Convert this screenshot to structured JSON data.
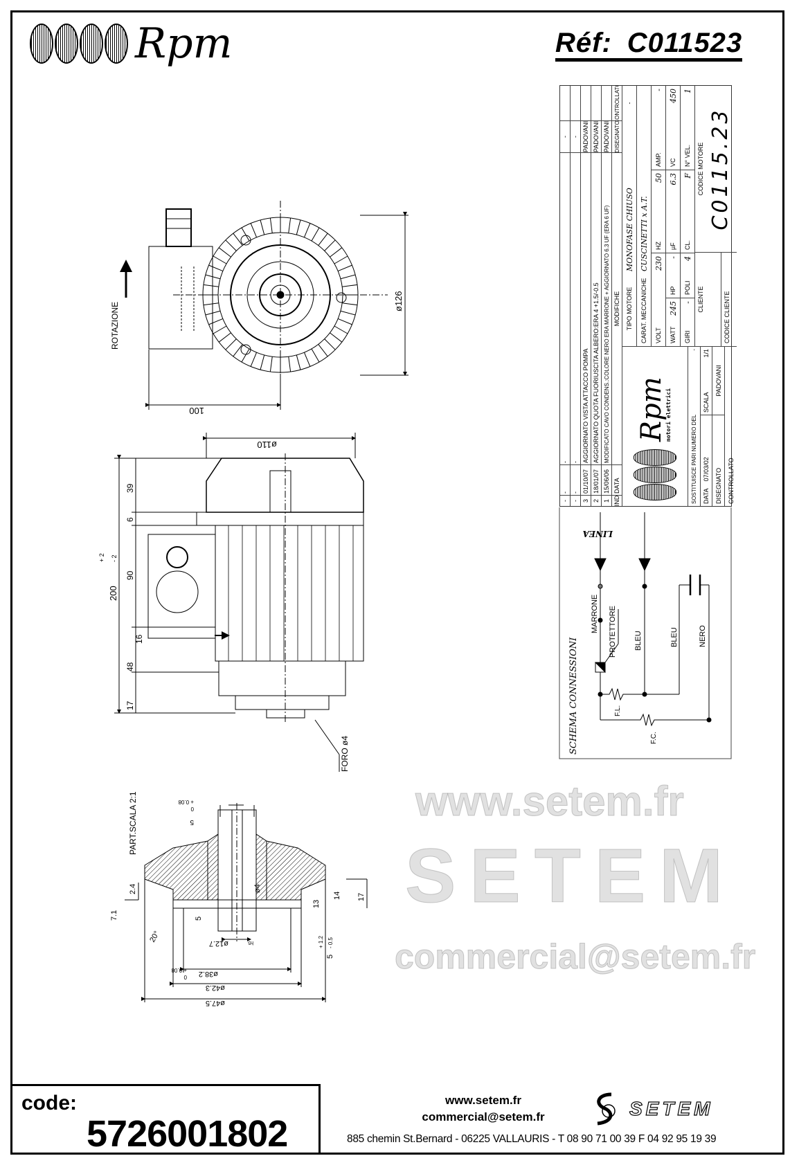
{
  "header": {
    "brand": "Rpm",
    "ref_label": "Réf:",
    "ref_value": "C011523"
  },
  "drawing": {
    "top_view": {
      "rotation_label": "ROTAZIONE",
      "diameter": "ø126",
      "width": "100"
    },
    "side_view": {
      "diameter": "ø110",
      "dims": [
        "39",
        "6",
        "90",
        "16",
        "48",
        "17"
      ],
      "total": "200",
      "total_tol_plus": "+ 2",
      "total_tol_minus": "- 2",
      "hole": "FORO ø4"
    },
    "detail": {
      "title": "PART.SCALA 2:1",
      "key_width": "5",
      "key_tol_plus": "+ 0.08",
      "key_tol_minus": "0",
      "dims_left": [
        "2.4",
        "7.1"
      ],
      "angle": "20°",
      "d5": "5",
      "hole": "ø4",
      "d13": "13",
      "d14": "14",
      "d17": "17",
      "shaft": "ø12.7",
      "shaft_fit": "h5",
      "protrusion": "5",
      "protrusion_tol_plus": "+ 1.2",
      "protrusion_tol_minus": "- 0.5",
      "spigot": "ø38.2",
      "spigot_tol_plus": "+ 0.08",
      "spigot_tol_minus": "0",
      "d42": "ø42.3",
      "d47": "ø47.5"
    }
  },
  "title_block": {
    "revisions": [
      {
        "ind": "-",
        "date": "-",
        "change": "-",
        "drawn": "-",
        "checked": ""
      },
      {
        "ind": "-",
        "date": "-",
        "change": "-",
        "drawn": "-",
        "checked": ""
      },
      {
        "ind": "3",
        "date": "01/10/07",
        "change": "AGGIORNATO VISTA ATTACCO POMPA",
        "drawn": "PADOVANI",
        "checked": ""
      },
      {
        "ind": "2",
        "date": "18/01/07",
        "change": "AGGIORNATO QUOTA FUORIUSCITA ALBERO:ERA 4 +1.5/-0.5",
        "drawn": "PADOVANI",
        "checked": ""
      },
      {
        "ind": "1",
        "date": "15/06/06",
        "change": "MODIFICATO CAVO CONDENS.:COLORE NERO ERA MARRONE + AGGIORNATO 6.3 UF (ERA 6 UF)",
        "drawn": "PADOVANI",
        "checked": ""
      }
    ],
    "rev_header": {
      "ind": "IND",
      "date": "DATA",
      "change": "MODIFICHE",
      "drawn": "DISEGNATO",
      "checked": "CONTROLLATO"
    },
    "brand": "Rpm",
    "brand_sub": "motori elettrici",
    "replaces_label": "SOSTITUISCE PARI NUMERO DEL",
    "replaces_value": "-",
    "date_label": "DATA",
    "date_value": "07/03/02",
    "scale_label": "SCALA",
    "scale_value": "1/1",
    "drawn_label": "DISEGNATO",
    "drawn_value": "PADOVANI",
    "checked_label": "CONTROLLATO",
    "motor_type_label": "TIPO MOTORE",
    "motor_type_value": "MONOFASE CHIUSO",
    "motor_type_extra": "-",
    "mech_label": "CARAT. MECCANICHE",
    "mech_value": "CUSCINETTI x A.T.",
    "volt_label": "VOLT",
    "volt": "230",
    "hz_label": "HZ",
    "hz": "50",
    "amp_label": "AMP.",
    "amp": "-",
    "watt_label": "WATT",
    "watt": "245",
    "hp_label": "HP",
    "hp": "-",
    "uf_label": "µF",
    "uf": "6.3",
    "vc_label": "VC",
    "vc": "450",
    "giri_label": "GIRI",
    "giri": "-",
    "poli_label": "POLI",
    "poli": "4",
    "cl_label": "CL.",
    "cl": "F",
    "vel_label": "N° VEL.",
    "vel": "1",
    "client_label": "CLIENTE",
    "client_code_label": "CODICE CLIENTE",
    "motor_code_label": "CODICE MOTORE",
    "motor_code": "C0115.23"
  },
  "schema": {
    "title": "SCHEMA CONNESSIONI",
    "line": "LINEA",
    "marrone": "MARRONE",
    "protettore": "PROTETTORE",
    "bleu1": "BLEU",
    "bleu2": "BLEU",
    "nero": "NERO",
    "fl": "F.L.",
    "fc": "F.C."
  },
  "watermark": {
    "web": "www.setem.fr",
    "brand": "SETEM",
    "mail": "commercial@setem.fr"
  },
  "footer": {
    "code_label": "code:",
    "code_value": "5726001802",
    "web": "www.setem.fr",
    "email": "commercial@setem.fr",
    "brand": "SETEM",
    "address": "885 chemin St.Bernard  -  06225 VALLAURIS  -  T 08 90 71 00 39   F 04 92 95 19 39"
  }
}
